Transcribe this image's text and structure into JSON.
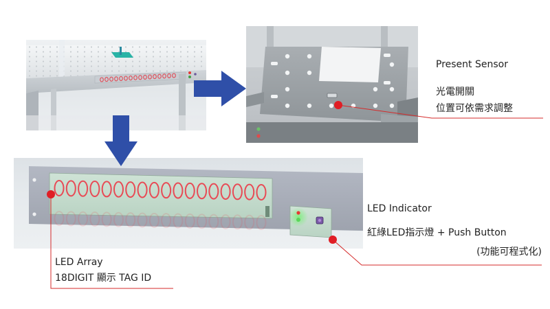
{
  "colors": {
    "accent_blue": "#2f4fa8",
    "marker_red": "#e01e25",
    "leader_red": "#d52a2a",
    "led_red": "#e84a55"
  },
  "led_array": {
    "digit_count": 18
  },
  "labels": {
    "present_sensor": {
      "title": "Present Sensor",
      "line1": "光電開關",
      "line2": "位置可依需求調整"
    },
    "led_indicator": {
      "title": "LED Indicator",
      "line1": "紅綠LED指示燈 + Push Button",
      "line2": "(功能可程式化)"
    },
    "led_array_label": {
      "title": "LED Array",
      "line1": "18DIGIT 顯示 TAG ID"
    }
  }
}
